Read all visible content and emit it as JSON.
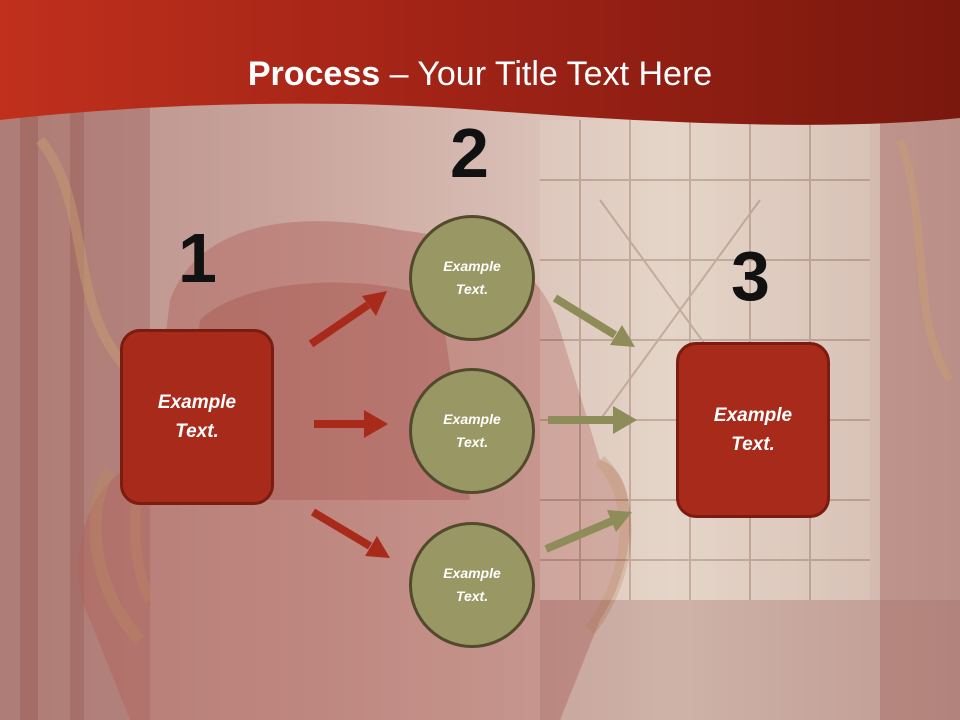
{
  "title": {
    "bold": "Process",
    "rest": " – Your Title Text Here"
  },
  "steps": [
    {
      "number": "1",
      "text": "Example\nText."
    },
    {
      "number": "2",
      "text": "Example\nText."
    },
    {
      "number": "3",
      "text": "Example\nText."
    }
  ],
  "circles": [
    {
      "text": "Example\nText."
    },
    {
      "text": "Example\nText."
    },
    {
      "text": "Example\nText."
    }
  ],
  "colors": {
    "header_red": "#a8261a",
    "box_fill": "#a82a1a",
    "circle_fill": "#999763",
    "arrow_red": "#a82a1a",
    "arrow_olive": "#8e8c58"
  }
}
